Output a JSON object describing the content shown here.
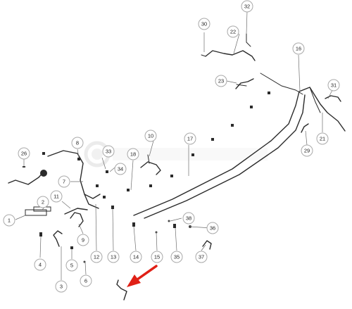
{
  "diagram": {
    "watermark_text": "",
    "arrow_color": "#e02016",
    "pipe_color": "#2b2b2b",
    "callouts": {
      "c1": "1",
      "c2": "2",
      "c3": "3",
      "c4": "4",
      "c5": "5",
      "c6": "6",
      "c7": "7",
      "c8": "8",
      "c9": "9",
      "c10": "10",
      "c11": "11",
      "c12": "12",
      "c13": "13",
      "c14": "14",
      "c15": "15",
      "c16": "16",
      "c17": "17",
      "c18": "18",
      "c21": "21",
      "c22": "22",
      "c23": "23",
      "c26": "26",
      "c29": "29",
      "c30": "30",
      "c31": "31",
      "c32": "32",
      "c33": "33",
      "c34": "34",
      "c35": "35",
      "c36": "36",
      "c37": "37",
      "c38": "38"
    }
  }
}
